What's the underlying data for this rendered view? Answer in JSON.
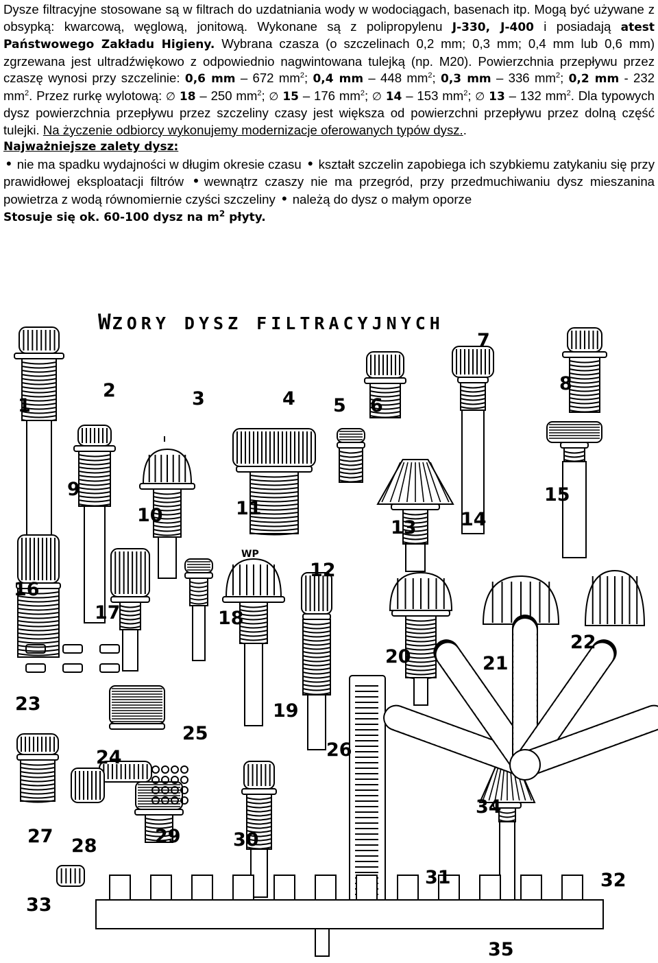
{
  "doc": {
    "intro": {
      "t1": "Dysze filtracyjne stosowane są w filtrach do uzdatniania wody w wodociągach, basenach itp. Mogą być używane z obsypką: kwarcową, węglową, jonitową. Wykonane są z polipropylenu ",
      "models": "J-330, J-400",
      "t2": " i posiadają ",
      "cert": "atest Państwowego Zakładu Higieny.",
      "t3": " Wybrana czasza (o szczelinach 0,2 mm; 0,3 mm; 0,4 mm lub 0,6 mm) zgrzewana jest ultradźwiękowo z odpowiednio nagwintowana tulejką (np. M20). Powierzchnia przepływu przez czaszę wynosi przy szczelinie: "
    },
    "slots": [
      {
        "size": "0,6 mm",
        "sep": " – ",
        "area": "672 mm",
        "end": "; "
      },
      {
        "size": "0,4 mm",
        "sep": " – ",
        "area": "448 mm",
        "end": "; "
      },
      {
        "size": "0,3 mm",
        "sep": " – ",
        "area": "336 mm",
        "end": "; "
      },
      {
        "size": "0,2 mm",
        "sep": " - ",
        "area": "232 mm",
        "end": ". "
      }
    ],
    "tube_intro": "Przez rurkę wylotową: ",
    "tubes": [
      {
        "d": "18",
        "area": "250 mm",
        "end": "; "
      },
      {
        "d": "15",
        "area": "176 mm",
        "end": "; "
      },
      {
        "d": "14",
        "area": "153 mm",
        "end": "; "
      },
      {
        "d": "13",
        "area": "132 mm",
        "end": ". "
      }
    ],
    "diam_symbol": "∅",
    "dash": " – ",
    "sup2": "2",
    "t4": "Dla typowych dysz powierzchnia przepływu przez szczeliny czasy jest większa od powierzchni przepływu przez dolną część tulejki. ",
    "modern": "Na życzenie odbiorcy wykonujemy modernizacje oferowanych typów dysz.",
    "t5": ".",
    "advantages_heading": "Najważniejsze zalety dysz:",
    "bullet": "•",
    "advantages": [
      "nie ma spadku wydajności w długim okresie czasu",
      "kształt szczelin zapobiega ich szybkiemu zatykaniu się przy prawidłowej eksploatacji filtrów",
      "wewnątrz czaszy nie ma przegród, przy przedmuchiwaniu dysz mieszanina powietrza z wodą równomiernie czyści szczeliny",
      "należą do dysz o małym oporze"
    ],
    "usage_text": "Stosuje się ok. 60-100 dysz na m",
    "usage_sup": "2",
    "usage_end": " płyty."
  },
  "figure": {
    "title_first": "W",
    "title_rest": "ZORY DYSZ FILTRACYJNYCH",
    "labels": [
      "1",
      "2",
      "3",
      "4",
      "5",
      "6",
      "7",
      "8",
      "9",
      "10",
      "11",
      "12",
      "13",
      "14",
      "15",
      "16",
      "17",
      "18",
      "19",
      "20",
      "21",
      "22",
      "23",
      "24",
      "25",
      "26",
      "27",
      "28",
      "29",
      "30",
      "31",
      "32",
      "33",
      "34",
      "35"
    ],
    "wp_mark": "WP"
  }
}
